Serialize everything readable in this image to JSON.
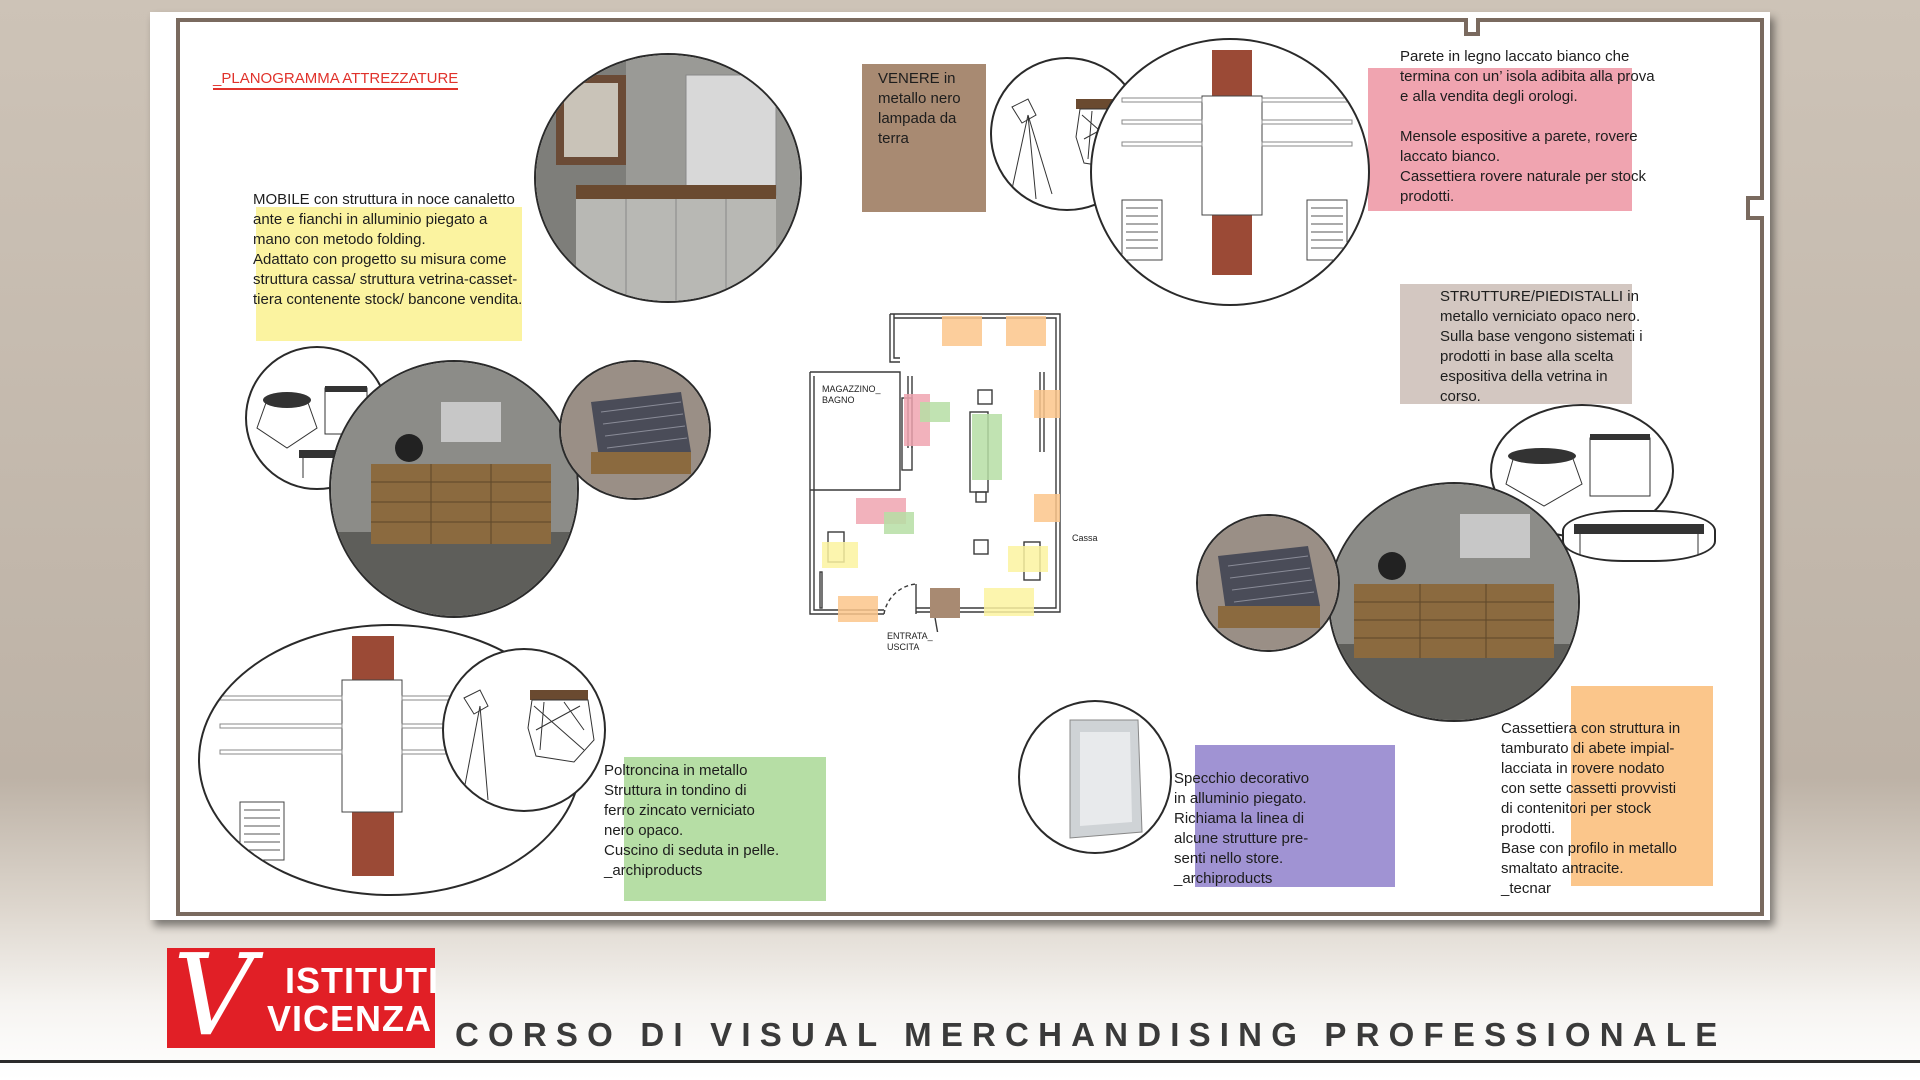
{
  "slide": {
    "title": "_PLANOGRAMMA ATTREZZATURE",
    "notes": {
      "mobile": "MOBILE con struttura in noce canaletto\nante e fianchi in alluminio piegato a\nmano con metodo folding.\nAdattato con progetto su misura come\nstruttura cassa/ struttura vetrina-casset-\ntiera contenente stock/ bancone vendita.",
      "venere": "VENERE in\nmetallo nero\nlampada da\nterra",
      "parete": "Parete in legno laccato bianco che\ntermina con un’ isola adibita alla prova\ne alla vendita degli orologi.\n\nMensole espositive a parete, rovere\nlaccato bianco.\nCassettiera rovere naturale per stock\nprodotti.",
      "strutture": "STRUTTURE/PIEDISTALLI in\nmetallo verniciato opaco nero.\nSulla base vengono sistemati i\nprodotti in base alla scelta\nespositiva della vetrina in\ncorso.",
      "poltroncina": "Poltroncina in metallo\nStruttura in tondino di\nferro zincato verniciato\nnero opaco.\nCuscino di seduta in pelle.\n_archiproducts",
      "specchio": "Specchio  decorativo\nin alluminio piegato.\nRichiama la linea di\nalcune strutture pre-\nsenti nello store.\n_archiproducts",
      "cassettiera": "Cassettiera con struttura in\ntamburato di abete impial-\nlacciata in rovere nodato\ncon  sette cassetti provvisti\ndi contenitori per stock\nprodotti.\nBase con profilo in metallo\nsmaltato antracite.\n_tecnar"
    },
    "plan_labels": {
      "magazzino": "MAGAZZINO_\nBAGNO",
      "cassa": "Cassa",
      "entrata": "ENTRATA_\nUSCITA"
    },
    "colors": {
      "yellow": "#fbf3a0",
      "brown": "#a88a72",
      "pink": "#f0a4b0",
      "taupe": "#d3c7c1",
      "green": "#b6dea5",
      "purple": "#a093d3",
      "orange": "#fbc68b",
      "title_red": "#e0322b"
    }
  },
  "footer": {
    "logo_line1": "ISTITUTI",
    "logo_line2": "VICENZA",
    "course": "CORSO DI VISUAL MERCHANDISING PROFESSIONALE"
  }
}
